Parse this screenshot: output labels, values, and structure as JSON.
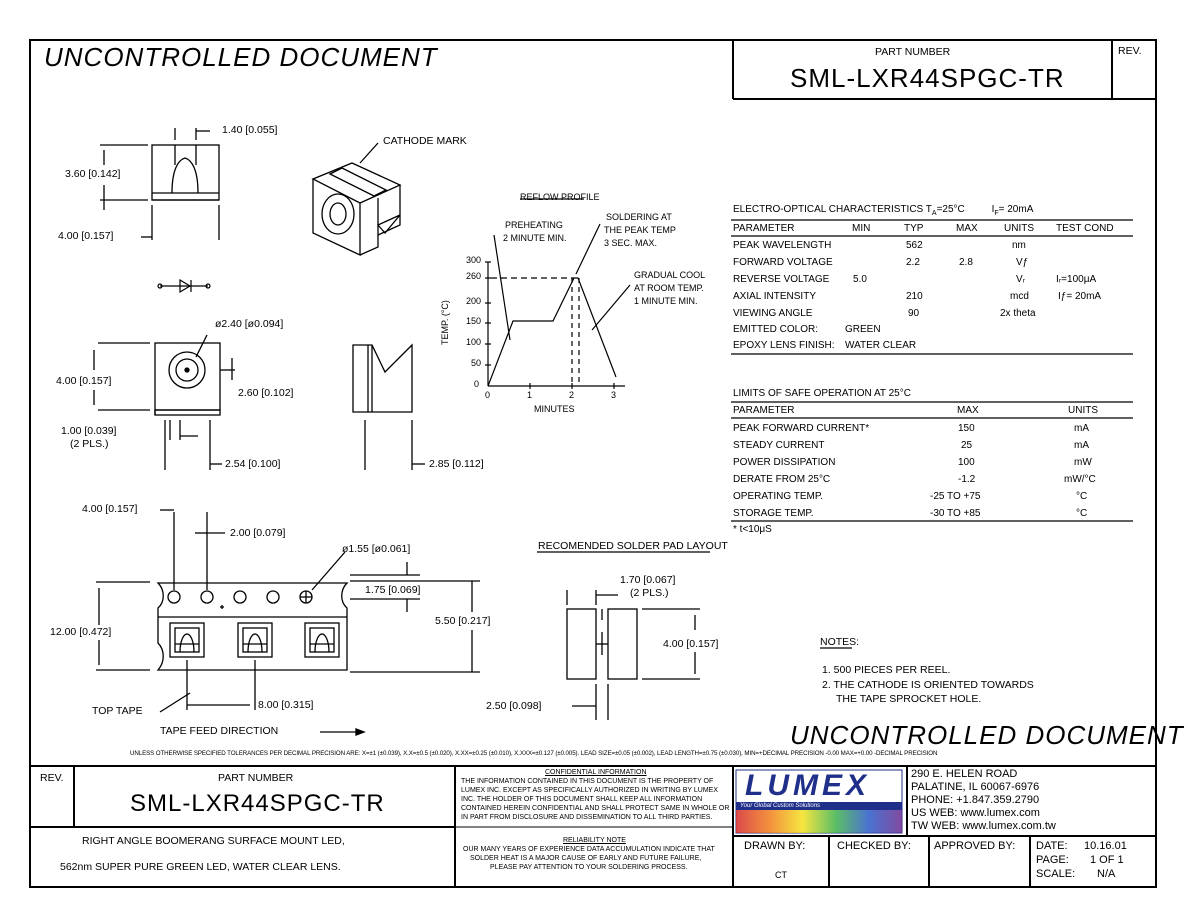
{
  "header": {
    "uncontrolled": "UNCONTROLLED DOCUMENT",
    "part_number_label": "PART NUMBER",
    "part_number": "SML-LXR44SPGC-TR",
    "rev_label": "REV."
  },
  "drawing": {
    "dim_1_40": "1.40 [0.055]",
    "cathode_mark": "CATHODE MARK",
    "dim_3_60": "3.60 [0.142]",
    "dim_4_00_top": "4.00 [0.157]",
    "dim_2_40": "ø2.40 [ø0.094]",
    "dim_4_00_mid": "4.00 [0.157]",
    "dim_2_60": "2.60 [0.102]",
    "dim_1_00": "1.00 [0.039]",
    "dim_2pls_a": "(2 PLS.)",
    "dim_2_54": "2.54 [0.100]",
    "dim_2_85": "2.85 [0.112]",
    "dim_4_00_tape": "4.00 [0.157]",
    "dim_2_00": "2.00 [0.079]",
    "dim_1_55": "ø1.55 [ø0.061]",
    "dim_1_75": "1.75 [0.069]",
    "dim_5_50": "5.50 [0.217]",
    "dim_12_00": "12.00 [0.472]",
    "dim_8_00": "8.00 [0.315]",
    "top_tape": "TOP TAPE",
    "tape_feed": "TAPE FEED DIRECTION",
    "solder_pad_title": "RECOMENDED SOLDER PAD LAYOUT",
    "dim_1_70": "1.70 [0.067]",
    "dim_2pls_b": "(2 PLS.)",
    "dim_4_00_pad": "4.00 [0.157]",
    "dim_2_50": "2.50 [0.098]"
  },
  "reflow": {
    "title": "REFLOW PROFILE",
    "preheating": [
      "PREHEATING",
      "2 MINUTE MIN."
    ],
    "soldering": [
      "SOLDERING AT",
      "THE PEAK TEMP",
      "3 SEC. MAX."
    ],
    "cooling": [
      "GRADUAL COOL",
      "AT ROOM TEMP.",
      "1 MINUTE MIN."
    ],
    "ylabel": "TEMP. (°C)",
    "xlabel": "MINUTES",
    "y_ticks": [
      "300",
      "260",
      "200",
      "150",
      "100",
      "50",
      "0"
    ],
    "x_ticks": [
      "0",
      "1",
      "2",
      "3"
    ]
  },
  "electro": {
    "title": "ELECTRO-OPTICAL CHARACTERISTICS T",
    "title_sub": "A",
    "title_rest": "=25°C",
    "if": "I",
    "if_sub": "F",
    "if_rest": "= 20mA",
    "headers": [
      "PARAMETER",
      "MIN",
      "TYP",
      "MAX",
      "UNITS",
      "TEST COND"
    ],
    "rows": [
      [
        "PEAK WAVELENGTH",
        "",
        "562",
        "",
        "nm",
        ""
      ],
      [
        "FORWARD VOLTAGE",
        "",
        "2.2",
        "2.8",
        "Vƒ",
        ""
      ],
      [
        "REVERSE VOLTAGE",
        "5.0",
        "",
        "",
        "Vᵣ",
        "Iᵣ=100μA"
      ],
      [
        "AXIAL INTENSITY",
        "",
        "210",
        "",
        "mcd",
        "Iƒ= 20mA"
      ],
      [
        "VIEWING ANGLE",
        "",
        "90",
        "",
        "2x theta",
        ""
      ]
    ],
    "emitted_label": "EMITTED COLOR:",
    "emitted_value": "GREEN",
    "epoxy_label": "EPOXY LENS FINISH:",
    "epoxy_value": "WATER CLEAR"
  },
  "safe": {
    "title": "LIMITS OF SAFE OPERATION AT 25°C",
    "headers": [
      "PARAMETER",
      "MAX",
      "UNITS"
    ],
    "rows": [
      [
        "PEAK FORWARD CURRENT*",
        "150",
        "mA"
      ],
      [
        "STEADY CURRENT",
        "25",
        "mA"
      ],
      [
        "POWER DISSIPATION",
        "100",
        "mW"
      ],
      [
        "DERATE FROM 25°C",
        "-1.2",
        "mW/°C"
      ],
      [
        "OPERATING TEMP.",
        "-25 TO +75",
        "°C"
      ],
      [
        "STORAGE TEMP.",
        "-30 TO +85",
        "°C"
      ]
    ],
    "footnote": "* t<10μS"
  },
  "notes": {
    "title": "NOTES:",
    "items": [
      "1. 500 PIECES PER REEL.",
      "2. THE CATHODE IS ORIENTED TOWARDS",
      "THE TAPE SPROCKET HOLE."
    ]
  },
  "footer": {
    "uncontrolled": "UNCONTROLLED DOCUMENT",
    "tolerance": "UNLESS OTHERWISE SPECIFIED TOLERANCES PER DECIMAL PRECISION ARE: X=±1 (±0.039), X.X=±0.5 (±0.020), X.XX=±0.25 (±0.010), X.XXX=±0.127 (±0.005).   LEAD SIZE=±0.05 (±0.002), LEAD LENGTH=±0.75 (±0.030), MIN=+DECIMAL PRECISION -0.00  MAX=+0.00 -DECIMAL PRECISION",
    "rev_label": "REV.",
    "part_number_label": "PART NUMBER",
    "part_number": "SML-LXR44SPGC-TR",
    "description_1": "RIGHT ANGLE BOOMERANG SURFACE MOUNT LED,",
    "description_2": "562nm SUPER PURE GREEN LED, WATER CLEAR LENS.",
    "confidential_title": "CONFIDENTIAL INFORMATION",
    "confidential_lines": [
      "THE INFORMATION CONTAINED IN THIS DOCUMENT IS THE PROPERTY OF",
      "LUMEX INC. EXCEPT AS SPECIFICALLY AUTHORIZED IN WRITING BY LUMEX",
      "INC. THE HOLDER OF THIS DOCUMENT SHALL KEEP ALL INFORMATION",
      "CONTAINED HEREIN CONFIDENTIAL AND SHALL PROTECT SAME IN WHOLE OR",
      "IN PART FROM DISCLOSURE AND DISSEMINATION TO ALL THIRD PARTIES."
    ],
    "reliability_title": "RELIABILITY NOTE",
    "reliability_lines": [
      "OUR MANY YEARS OF EXPERIENCE DATA ACCUMULATION INDICATE THAT",
      "SOLDER HEAT IS A MAJOR CAUSE OF EARLY AND FUTURE FAILURE,",
      "PLEASE PAY ATTENTION TO YOUR SOLDERING PROCESS."
    ],
    "logo": "LUMEX",
    "logo_tagline": "Your Global Custom Solutions",
    "address": [
      "290 E. HELEN ROAD",
      "PALATINE, IL 60067-6976",
      "PHONE: +1.847.359.2790",
      "US WEB: www.lumex.com",
      "TW WEB: www.lumex.com.tw"
    ],
    "drawn_by_label": "DRAWN BY:",
    "drawn_by": "CT",
    "checked_by_label": "CHECKED BY:",
    "approved_by_label": "APPROVED BY:",
    "date_label": "DATE:",
    "date": "10.16.01",
    "page_label": "PAGE:",
    "page": "1 OF 1",
    "scale_label": "SCALE:",
    "scale": "N/A"
  }
}
